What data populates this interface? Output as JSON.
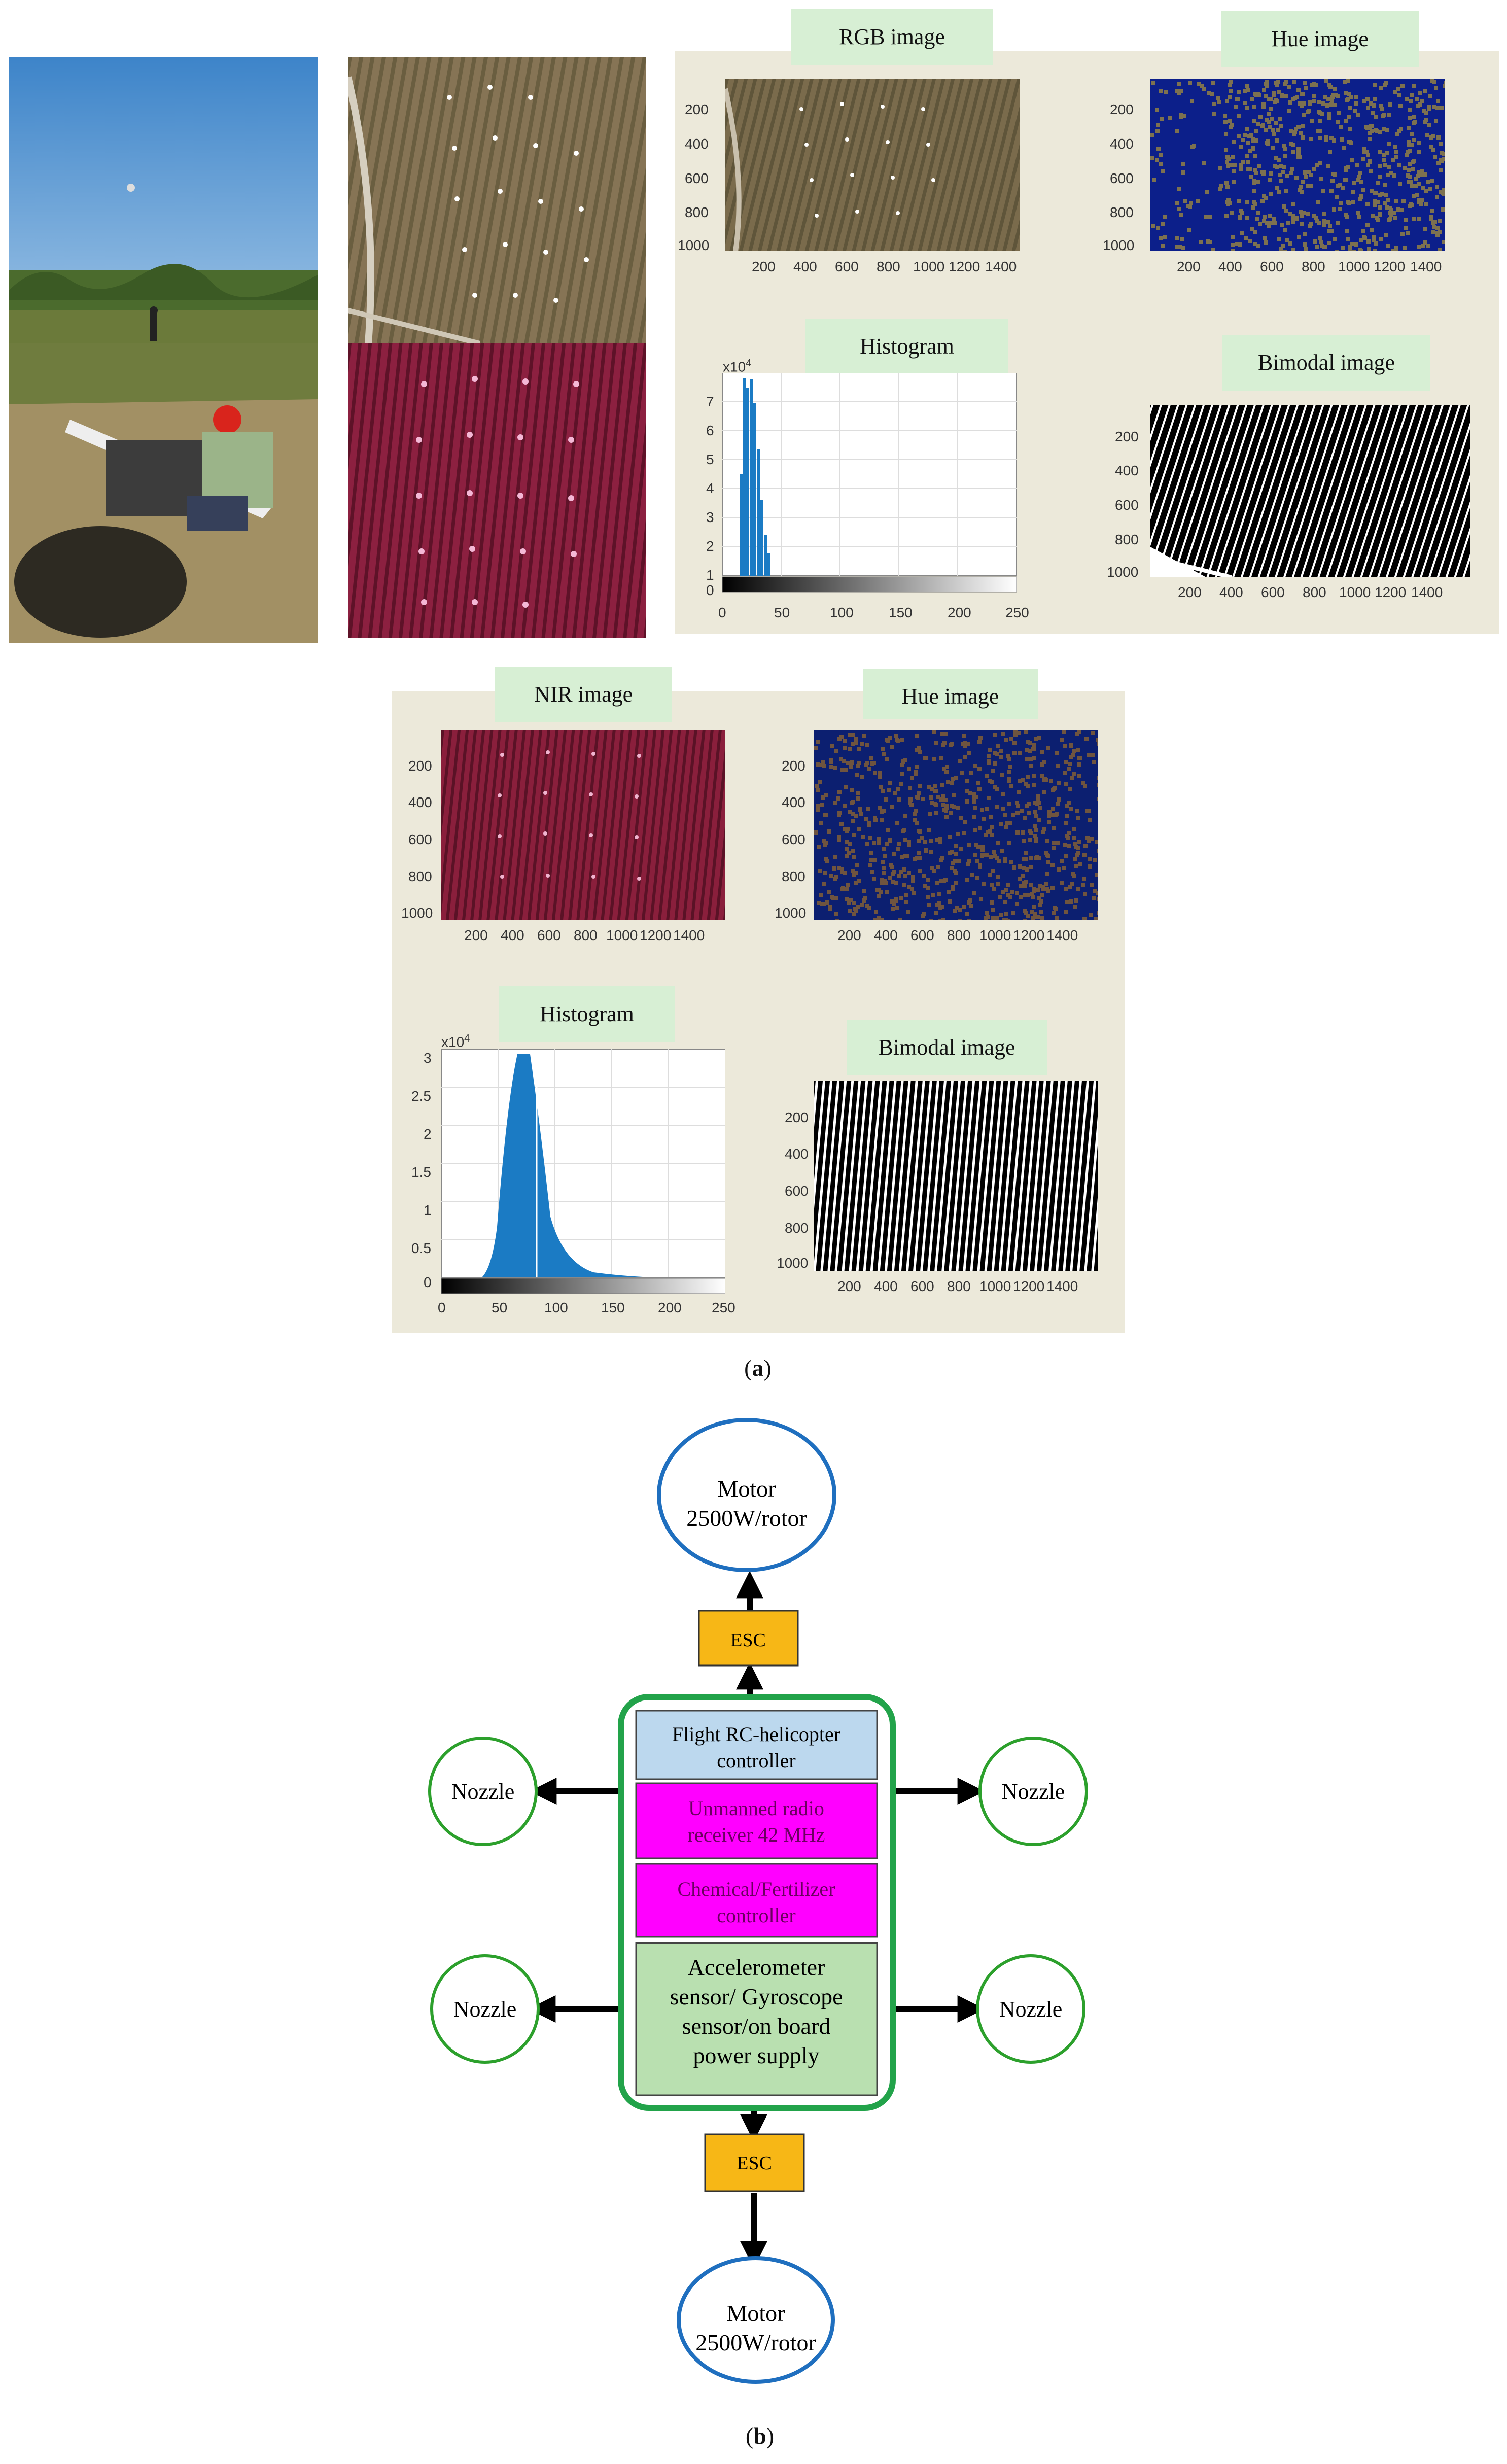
{
  "panel_a": {
    "caption_open": "(",
    "caption_letter": "a",
    "caption_close": ")",
    "rgb_set": {
      "rgb_title": "RGB image",
      "hue_title": "Hue image",
      "hist_title": "Histogram",
      "bimodal_title": "Bimodal image",
      "y_ticks": [
        "200",
        "400",
        "600",
        "800",
        "1000"
      ],
      "x_ticks": [
        "200",
        "400",
        "600",
        "800",
        "1000",
        "1200",
        "1400"
      ],
      "hist_exponent": "x10",
      "hist_exponent_power": "4",
      "hist_y_ticks": [
        "7",
        "6",
        "5",
        "4",
        "3",
        "2",
        "1",
        "0"
      ],
      "hist_x_ticks": [
        "0",
        "50",
        "100",
        "150",
        "200",
        "250"
      ]
    },
    "nir_set": {
      "nir_title": "NIR image",
      "hue_title": "Hue image",
      "hist_title": "Histogram",
      "bimodal_title": "Bimodal image",
      "y_ticks": [
        "200",
        "400",
        "600",
        "800",
        "1000"
      ],
      "x_ticks": [
        "200",
        "400",
        "600",
        "800",
        "1000",
        "1200",
        "1400"
      ],
      "hist_exponent": "x10",
      "hist_exponent_power": "4",
      "hist_y_ticks": [
        "3",
        "2.5",
        "2",
        "1.5",
        "1",
        "0.5",
        "0"
      ],
      "hist_x_ticks": [
        "0",
        "50",
        "100",
        "150",
        "200",
        "250"
      ]
    }
  },
  "panel_b": {
    "caption_open": "(",
    "caption_letter": "b",
    "caption_close": ")",
    "motor_top": {
      "line1": "Motor",
      "line2": "2500W/rotor"
    },
    "motor_bottom": {
      "line1": "Motor",
      "line2": "2500W/rotor"
    },
    "esc_top": "ESC",
    "esc_bottom": "ESC",
    "nozzles": [
      "Nozzle",
      "Nozzle",
      "Nozzle",
      "Nozzle"
    ],
    "modules": [
      {
        "line1": "Flight RC-helicopter",
        "line2": "controller"
      },
      {
        "line1": "Unmanned radio",
        "line2": "receiver 42 MHz"
      },
      {
        "line1": "Chemical/Fertilizer",
        "line2": "controller"
      },
      {
        "line1": "Accelerometer",
        "line2": "sensor/ Gyroscope",
        "line3": "sensor/on board",
        "line4": "power supply"
      }
    ]
  },
  "colors": {
    "panel_bg": "#ece9da",
    "title_bg": "#d7efd4",
    "motor_circle": "#1f6fbf",
    "nozzle_circle": "#2ca02c",
    "esc_fill": "#f7b716",
    "container_border": "#22a34a",
    "flight_module": "#bcd8ee",
    "magenta_module": "#ff00ff",
    "sensor_module": "#b9e0b0",
    "hist_blue": "#1b7bc4"
  }
}
